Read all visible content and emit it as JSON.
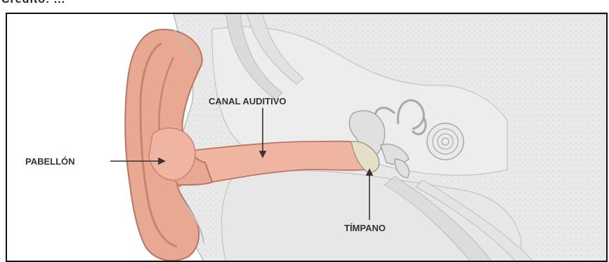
{
  "labels": {
    "canal": "CANAL AUDITIVO",
    "pabellon": "PABELLÓN",
    "timpano": "TÍMPANO"
  },
  "top_fragment": "Crédito: ...",
  "colors": {
    "pinna": "#e8a892",
    "pinna_dark": "#c98371",
    "canal": "#f0b5a1",
    "bone": "#e6e6e6",
    "bone_dark": "#c9c9c9",
    "eardrum": "#e4e0c8",
    "text": "#333333"
  }
}
